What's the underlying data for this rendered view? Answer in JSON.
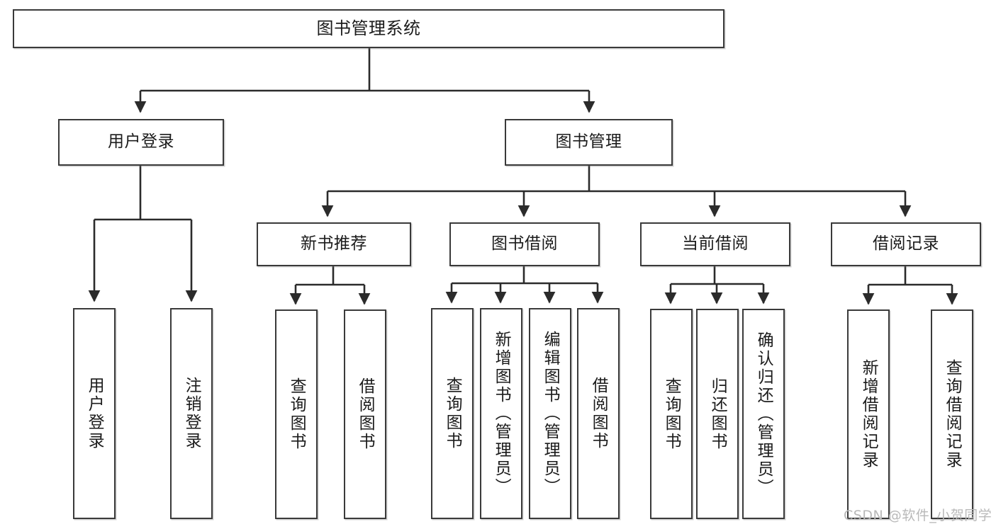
{
  "diagram": {
    "title": "图书管理系统",
    "type": "tree-hierarchy-chart",
    "orientation": "top-down",
    "colors": {
      "node_border": "#3a3a3a",
      "node_fill": "#ffffff",
      "edge": "#2b2b2b",
      "text": "#1b1b1b",
      "watermark": "#b9b9b9",
      "background": "#ffffff"
    }
  },
  "nodes": {
    "root": {
      "label": "图书管理系统"
    },
    "level2": [
      {
        "label": "用户登录"
      },
      {
        "label": "图书管理"
      }
    ],
    "level3": [
      {
        "label": "新书推荐"
      },
      {
        "label": "图书借阅"
      },
      {
        "label": "当前借阅"
      },
      {
        "label": "借阅记录"
      }
    ],
    "leaves": {
      "user_login": [
        {
          "label": "用户登录"
        },
        {
          "label": "注销登录"
        }
      ],
      "new_book_recommend": [
        {
          "label": "查询图书"
        },
        {
          "label": "借阅图书"
        }
      ],
      "book_borrow": [
        {
          "label": "查询图书"
        },
        {
          "label": "新增图书（管理员）"
        },
        {
          "label": "编辑图书（管理员）"
        },
        {
          "label": "借阅图书"
        }
      ],
      "current_borrow": [
        {
          "label": "查询图书"
        },
        {
          "label": "归还图书"
        },
        {
          "label": "确认归还（管理员）"
        }
      ],
      "borrow_record": [
        {
          "label": "新增借阅记录"
        },
        {
          "label": "查询借阅记录"
        }
      ]
    }
  },
  "watermark": {
    "text": "CSDN @软件_小贺同学"
  }
}
